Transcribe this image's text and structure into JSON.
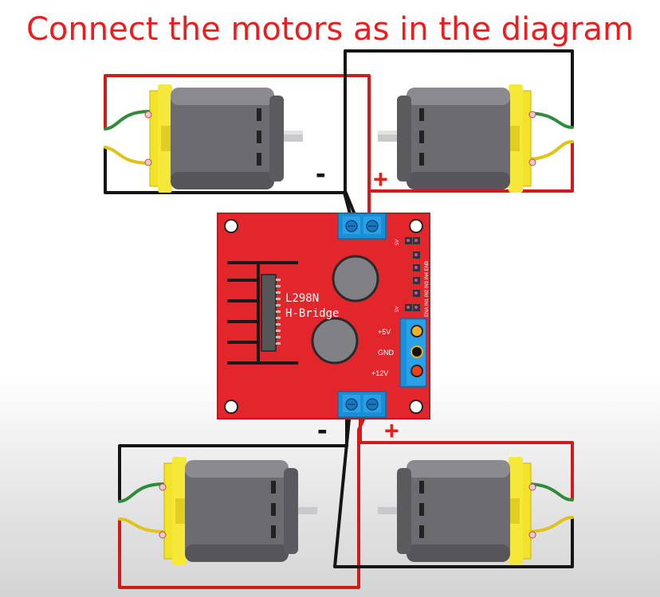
{
  "title": "Connect the motors as in the diagram",
  "board": {
    "name": "L298N",
    "subtitle": "H-Bridge",
    "power_labels": [
      "+5V",
      "GND",
      "+12V"
    ],
    "left_header_label": "5V",
    "right_header_label": "ENA IN1 IN2 IN3 IN4 ENB",
    "lower_header_label": "5V"
  },
  "top_terminal": {
    "minus": "-",
    "plus": "+"
  },
  "bottom_terminal": {
    "minus": "-",
    "plus": "+"
  },
  "colors": {
    "title": "#ee1c1c",
    "board": "#e3262c",
    "terminal": "#1a8fd6",
    "wire_red": "#d11a1a",
    "wire_black": "#151515",
    "motor_body": "#6b6b70",
    "motor_cap": "#f2e22a"
  },
  "icons": [
    "motor-icon",
    "screw-terminal-icon",
    "heatsink-icon",
    "capacitor-icon",
    "mounting-hole-icon"
  ]
}
